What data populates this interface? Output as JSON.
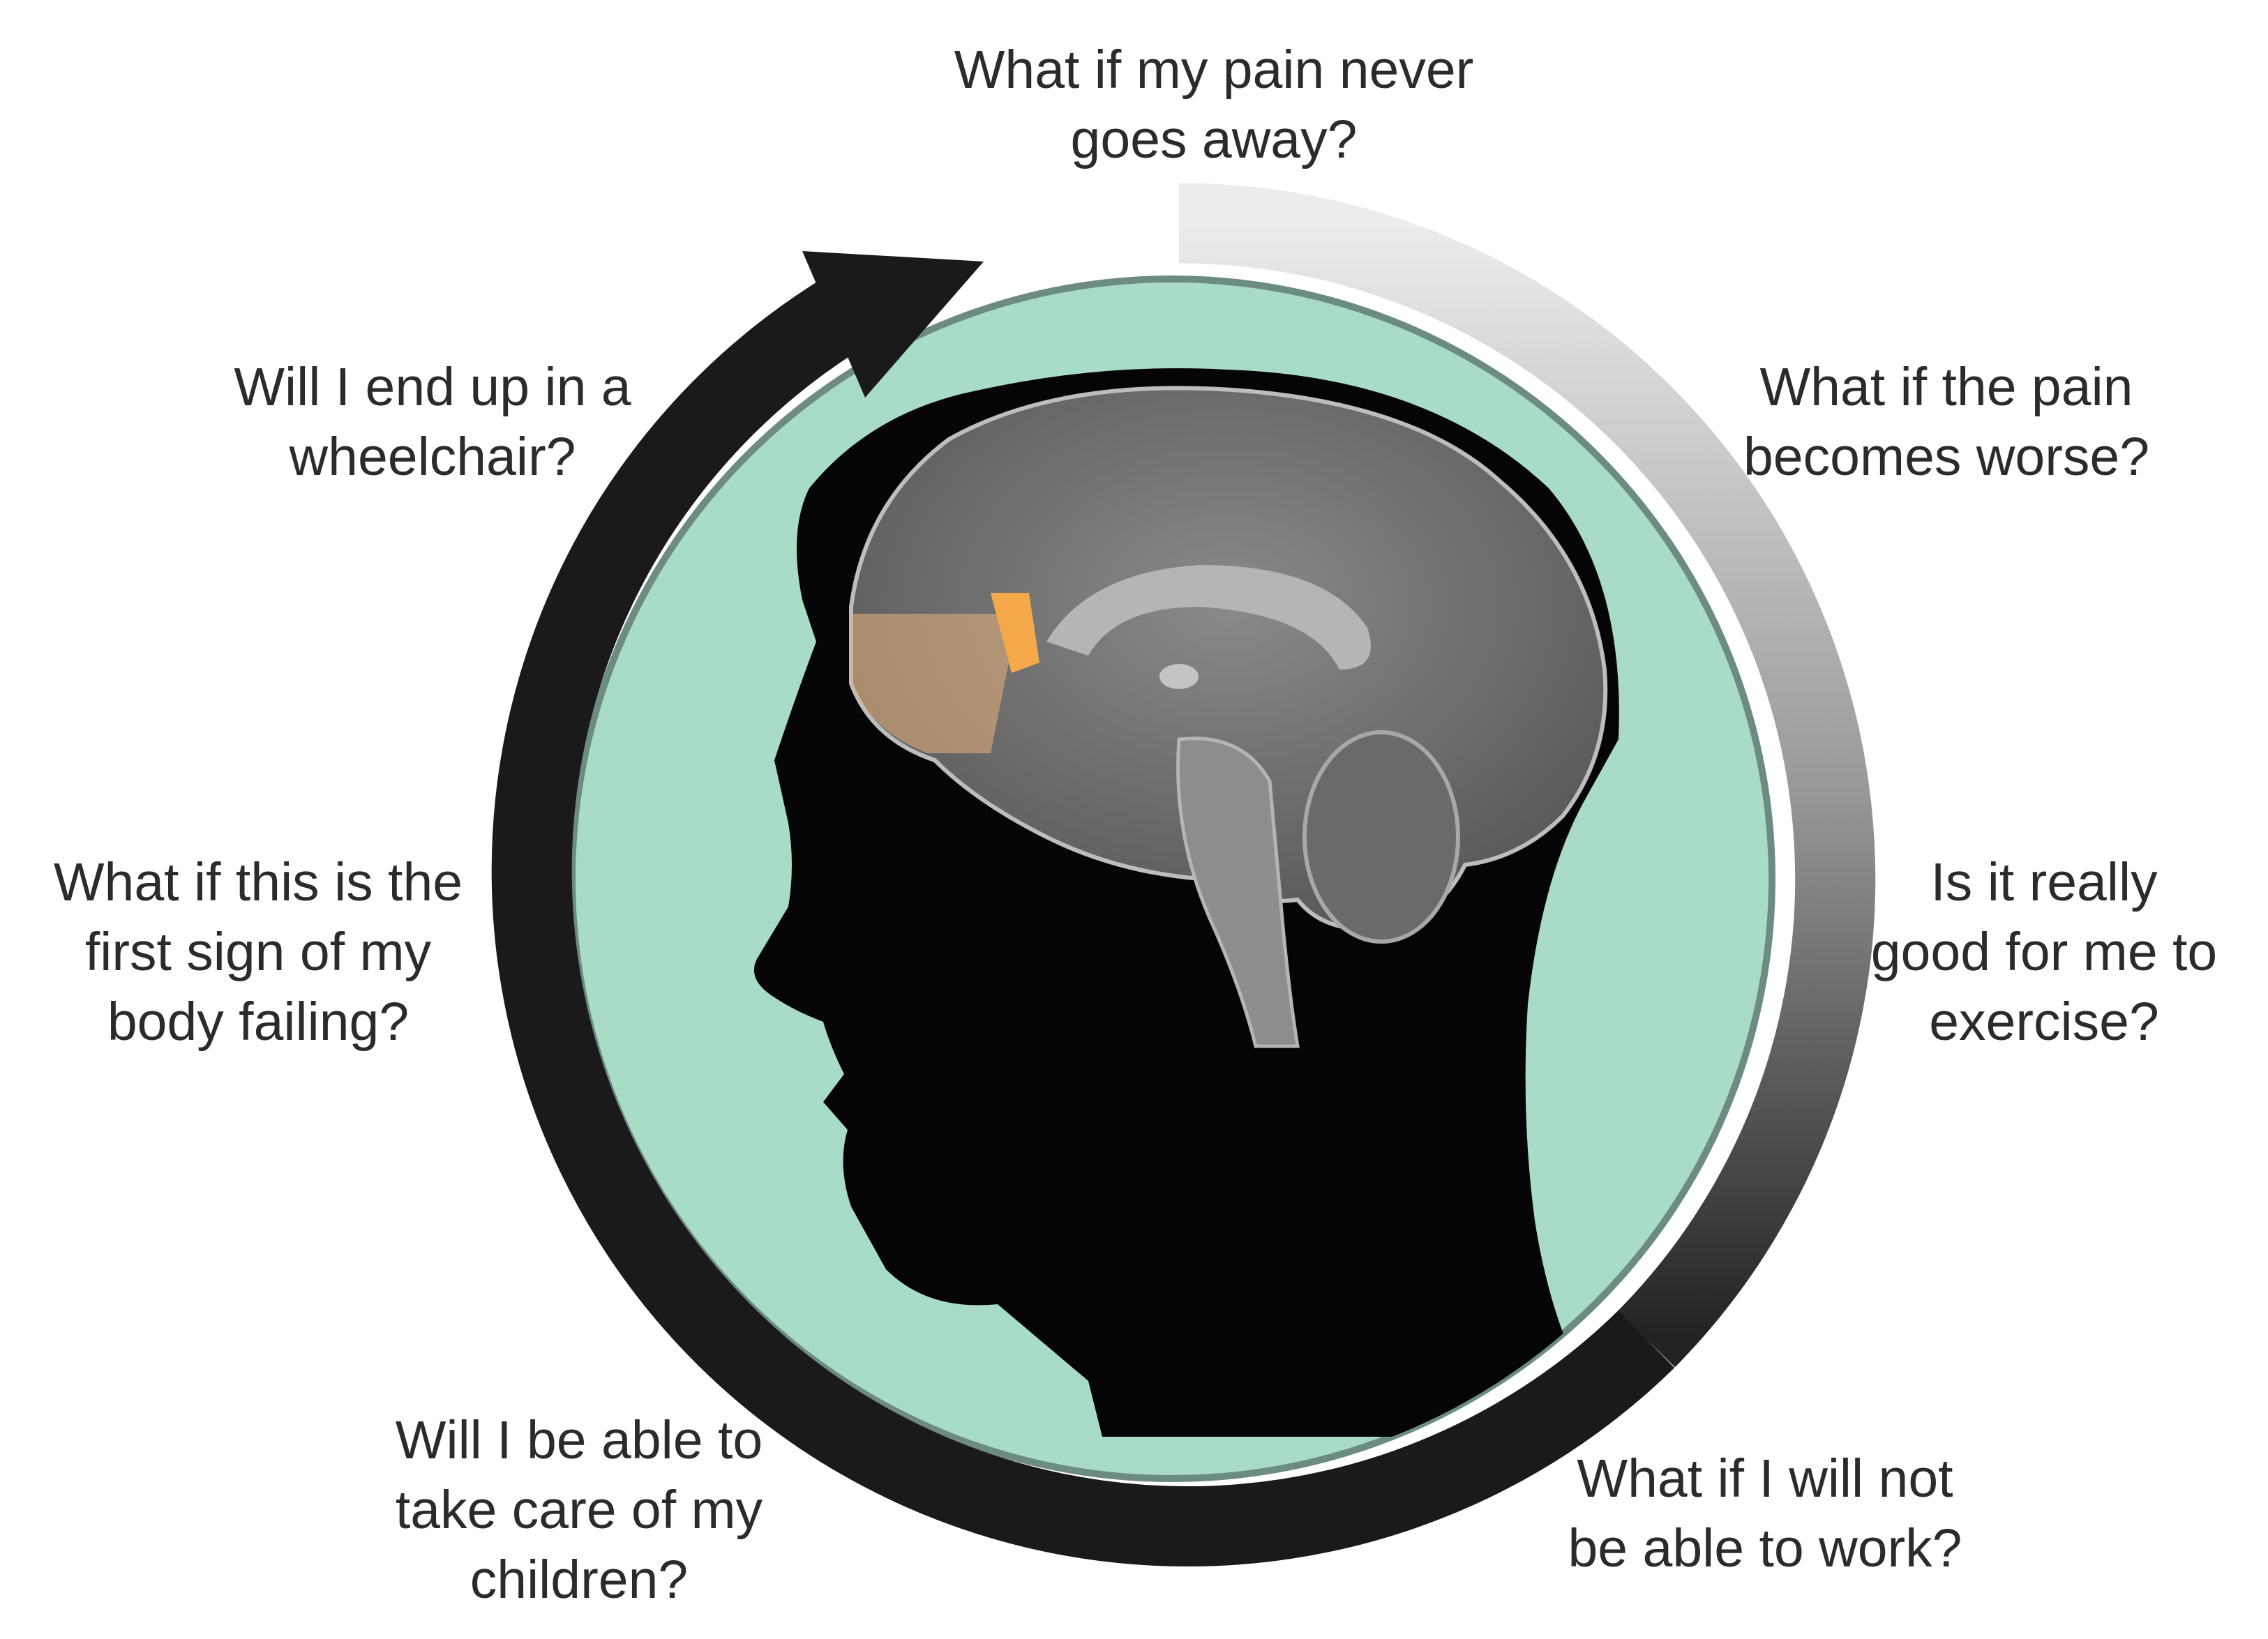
{
  "questions": {
    "top": "What if my pain never\ngoes away?",
    "upper_right": "What if the pain\nbecomes worse?",
    "upper_left": "Will I end up in a\nwheelchair?",
    "right": "Is it really\ngood for me to\nexercise?",
    "left": "What if this is the\nfirst sign of my\nbody failing?",
    "lower_left": "Will I be able to\ntake care of my\nchildren?",
    "lower_right": "What if I will not\nbe able to work?"
  },
  "colors": {
    "circle_fill": "#a8dcc6",
    "arrow_dark": "#1a1a1a",
    "arrow_light": "#e8e8e8",
    "head_silhouette": "#050505",
    "brain_gray": "#707070",
    "brain_highlight": "#f5a94a"
  },
  "icons": {
    "head": "head-profile-silhouette",
    "brain": "brain-sagittal-section",
    "arrow": "circular-arrow"
  }
}
